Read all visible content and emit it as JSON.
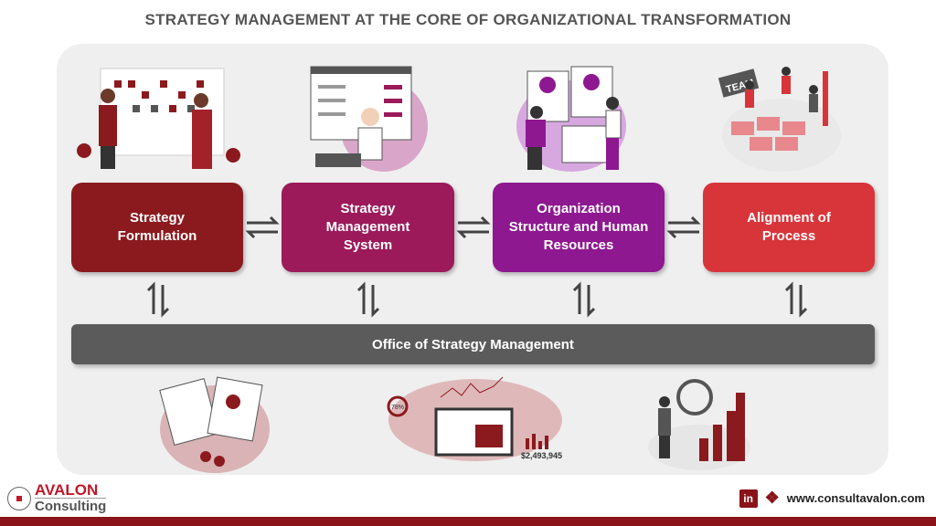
{
  "title": "STRATEGY MANAGEMENT AT THE CORE OF ORGANIZATIONAL  TRANSFORMATION",
  "boxes": [
    {
      "label": "Strategy Formulation",
      "color": "#8b1a1e"
    },
    {
      "label": "Strategy Management System",
      "color": "#9c1a5a"
    },
    {
      "label": "Organization Structure and Human Resources",
      "color": "#8e1890"
    },
    {
      "label": "Alignment of Process",
      "color": "#d8353b"
    }
  ],
  "office": "Office of Strategy Management",
  "illustrations": {
    "team_sign": "TEAM",
    "gauge": "78%",
    "amount": "$2,493,945"
  },
  "footer": {
    "logo_top": "AVALON",
    "logo_bottom": "Consulting",
    "linkedin": "in",
    "website": "www.consultavalon.com"
  }
}
